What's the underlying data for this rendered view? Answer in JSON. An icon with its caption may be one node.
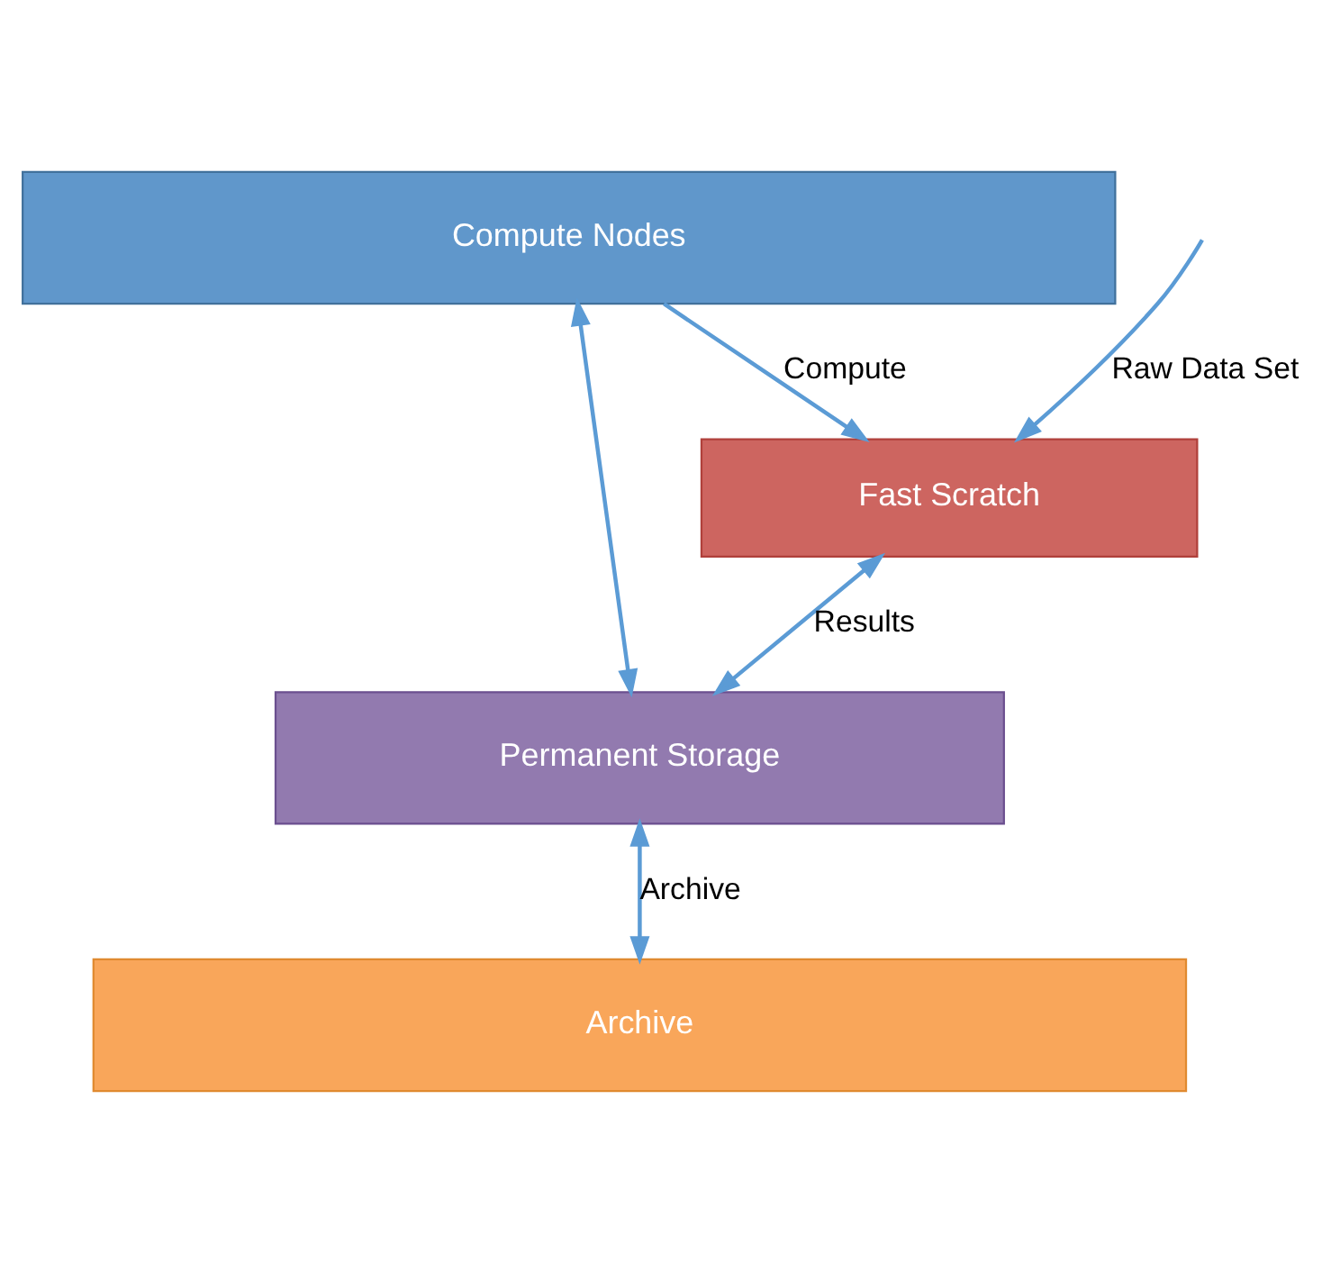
{
  "diagram": {
    "nodes": [
      {
        "text": [
          "Compute Nodes"
        ]
      },
      {
        "text": [
          "Fast Scratch"
        ]
      },
      {
        "text": [
          "Permanent Storage"
        ]
      },
      {
        "text": [
          "Archive"
        ]
      }
    ],
    "edges": [
      {
        "from": 0,
        "to": 1,
        "arrow": "to",
        "label": "Compute"
      },
      {
        "from": null,
        "to": 1,
        "arrow": "to",
        "label": "Raw Data Set"
      },
      {
        "from": 1,
        "to": 2,
        "arrow": "both",
        "label": "Results"
      },
      {
        "from": 0,
        "to": 2,
        "arrow": "both"
      },
      {
        "from": 2,
        "to": 3,
        "arrow": "both",
        "label": "Archive"
      }
    ]
  }
}
